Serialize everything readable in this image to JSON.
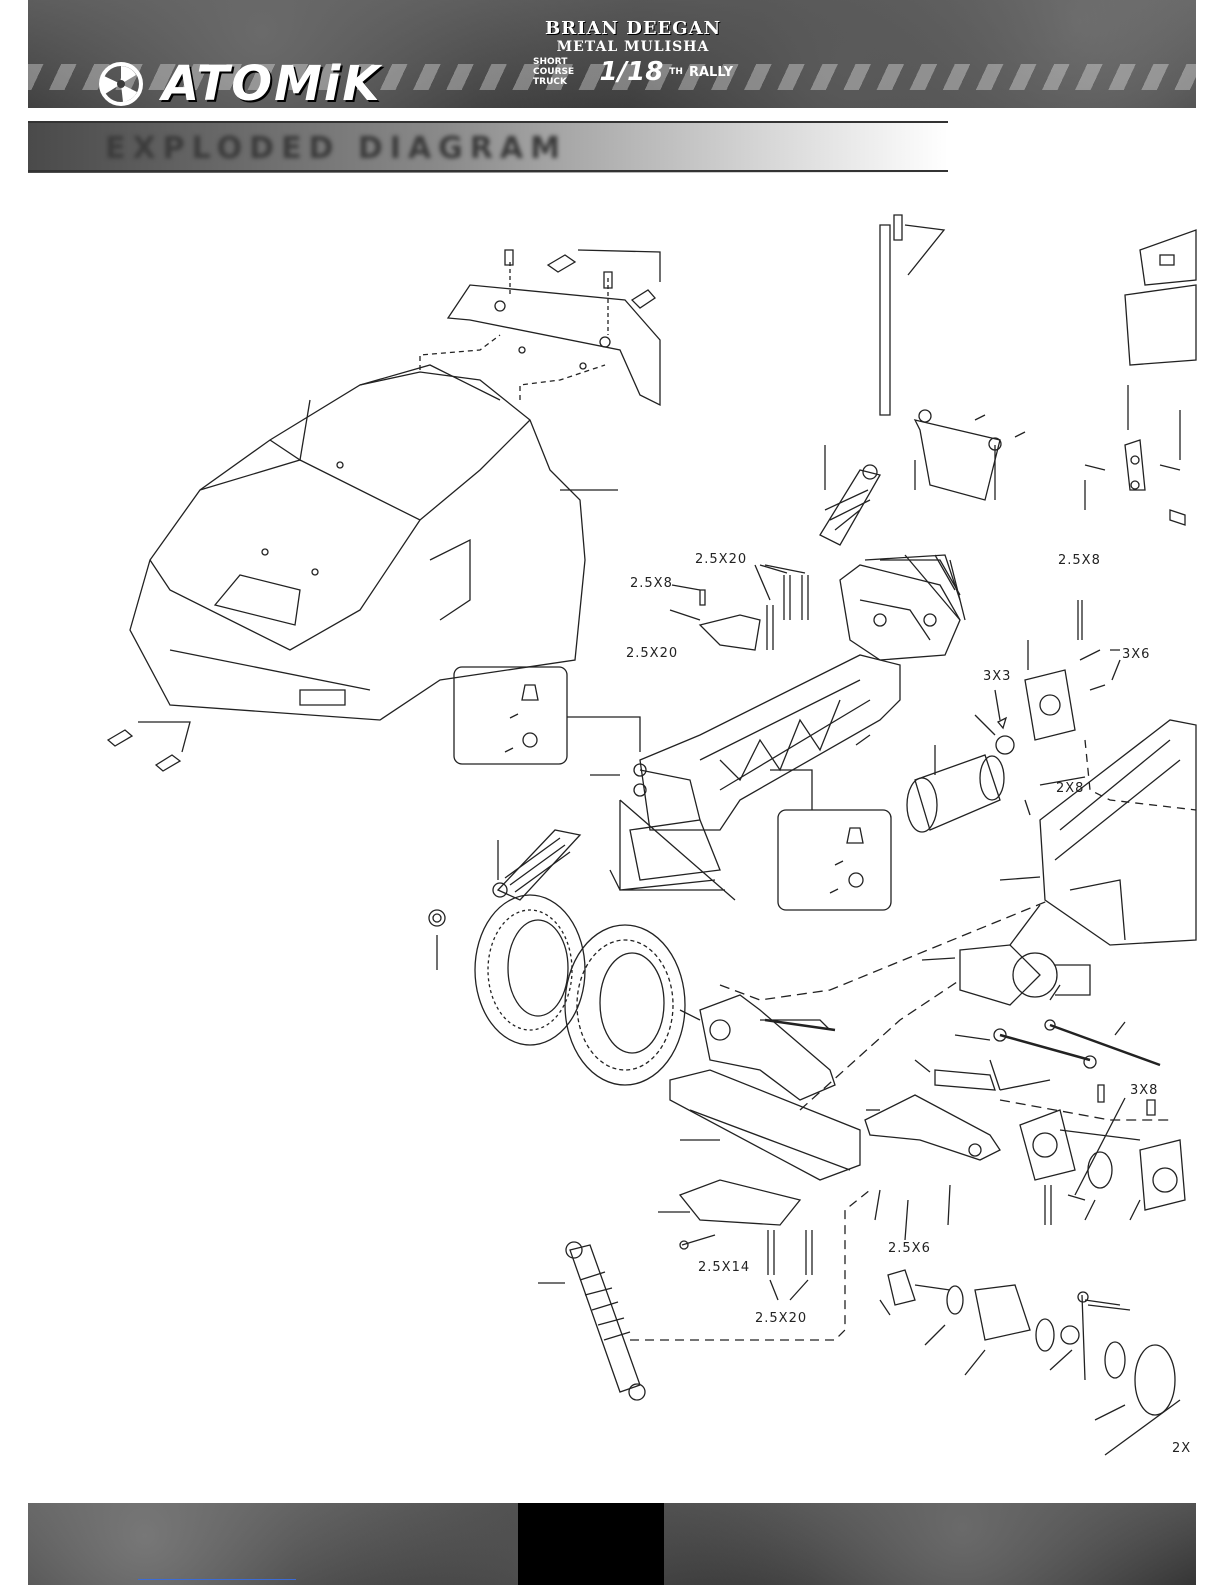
{
  "header": {
    "brand": "ATOMiK",
    "badge_name": "BRIAN DEEGAN",
    "badge_sub": "METAL MULISHA",
    "badge_short": "SHORT COURSE",
    "badge_truck": "TRUCK",
    "badge_scale": "1/18",
    "badge_scale_suffix": "TH",
    "badge_rally": "RALLY"
  },
  "section": {
    "title": "EXPLODED DIAGRAM"
  },
  "diagram": {
    "labels": {
      "a": "2.5X20",
      "b": "2.5X8",
      "c": "2.5X20",
      "d": "2.5X8",
      "e": "3X6",
      "f": "3X3",
      "g": "2X8",
      "h": "3X8",
      "i": "2.5X6",
      "j": "2.5X14",
      "k": "2.5X20",
      "l": "2X"
    }
  }
}
